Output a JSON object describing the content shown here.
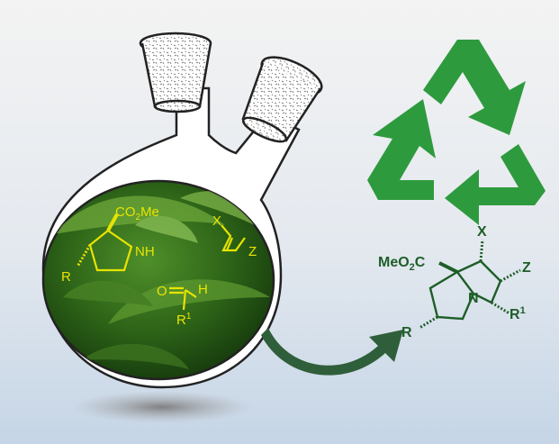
{
  "colors": {
    "background_top": "#f2f2f2",
    "background_bottom": "#c9d7e6",
    "recycle_green": "#2e9a3e",
    "product_green": "#1e5e28",
    "reactant_yellow": "#e8e400",
    "arrow_green": "#2f5f3a",
    "flask_fill": "#ffffff",
    "flask_stroke": "#222222"
  },
  "icons": {
    "recycle": "recycle-icon",
    "arrow": "curved-arrow-icon",
    "flask": "two-neck-flask-icon"
  },
  "reactants": {
    "proline_ester": {
      "substituent": "CO",
      "sub_index": "2",
      "sub_tail": "Me",
      "nh": "NH",
      "r": "R"
    },
    "alkene": {
      "x": "X",
      "z": "Z"
    },
    "aldehyde": {
      "o": "O",
      "h": "H",
      "r": "R",
      "r_sup": "1"
    }
  },
  "product": {
    "ester_prefix": "MeO",
    "ester_index": "2",
    "ester_suffix": "C",
    "x": "X",
    "z": "Z",
    "n": "N",
    "r": "R",
    "r1": "R",
    "r1_sup": "1"
  }
}
